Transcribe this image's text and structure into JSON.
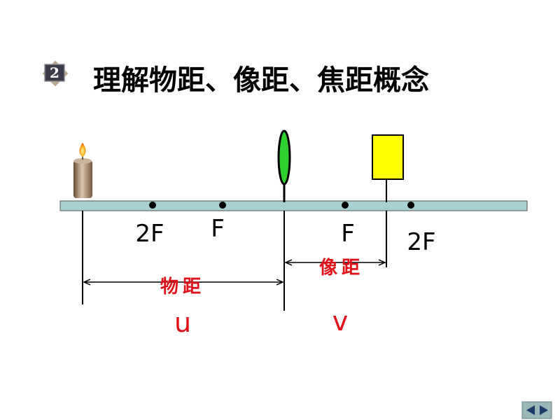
{
  "title": "理解物距、像距、焦距概念",
  "bullet_number": "2",
  "focal_labels": {
    "left_2f": "2F",
    "left_f": "F",
    "right_f": "F",
    "right_2f": "2F"
  },
  "object_distance": {
    "label": "物距",
    "symbol": "u"
  },
  "image_distance": {
    "label": "像距",
    "symbol": "v"
  },
  "colors": {
    "axis_fill": "#a9d0d0",
    "lens": "#2fd12f",
    "image_box": "#ffff00",
    "label_red": "#e0101a"
  },
  "icons": {
    "bullet": "numbered-bullet-icon",
    "object": "candle-icon",
    "lens": "convex-lens-icon",
    "nav": "prev-next-icon"
  }
}
